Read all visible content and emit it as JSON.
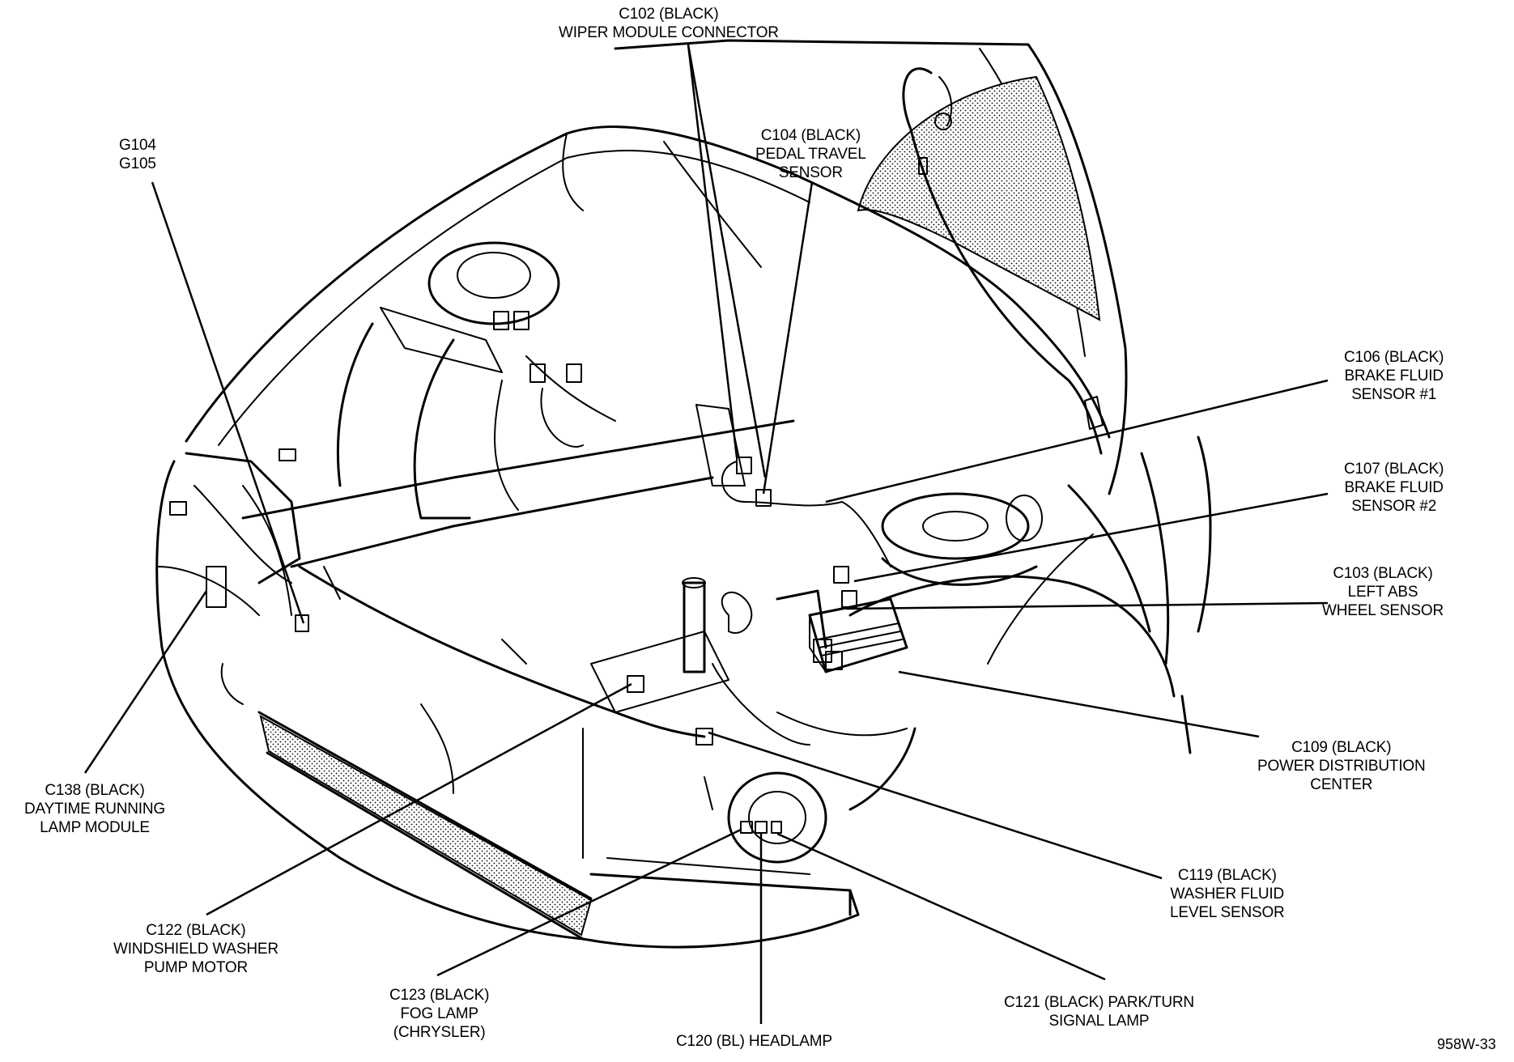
{
  "colors": {
    "ink": "#000000",
    "paper": "#ffffff"
  },
  "figure_id": "958W-33",
  "callouts": [
    {
      "id": "c102",
      "lines": [
        "C102 (BLACK)",
        "WIPER MODULE CONNECTOR"
      ]
    },
    {
      "id": "g104",
      "lines": [
        "G104",
        "G105"
      ]
    },
    {
      "id": "c104",
      "lines": [
        "C104 (BLACK)",
        "PEDAL TRAVEL",
        "SENSOR"
      ]
    },
    {
      "id": "c106",
      "lines": [
        "C106 (BLACK)",
        "BRAKE FLUID",
        "SENSOR #1"
      ]
    },
    {
      "id": "c107",
      "lines": [
        "C107 (BLACK)",
        "BRAKE FLUID",
        "SENSOR #2"
      ]
    },
    {
      "id": "c103",
      "lines": [
        "C103 (BLACK)",
        "LEFT ABS",
        "WHEEL SENSOR"
      ]
    },
    {
      "id": "c109",
      "lines": [
        "C109 (BLACK)",
        "POWER DISTRIBUTION",
        "CENTER"
      ]
    },
    {
      "id": "c138",
      "lines": [
        "C138 (BLACK)",
        "DAYTIME RUNNING",
        "LAMP MODULE"
      ]
    },
    {
      "id": "c119",
      "lines": [
        "C119 (BLACK)",
        "WASHER FLUID",
        "LEVEL SENSOR"
      ]
    },
    {
      "id": "c122",
      "lines": [
        "C122 (BLACK)",
        "WINDSHIELD WASHER",
        "PUMP MOTOR"
      ]
    },
    {
      "id": "c123",
      "lines": [
        "C123 (BLACK)",
        "FOG LAMP",
        "(CHRYSLER)"
      ]
    },
    {
      "id": "c121",
      "lines": [
        "C121 (BLACK) PARK/TURN",
        "SIGNAL LAMP"
      ]
    },
    {
      "id": "c120",
      "lines": [
        "C120 (BL) HEADLAMP"
      ]
    }
  ]
}
